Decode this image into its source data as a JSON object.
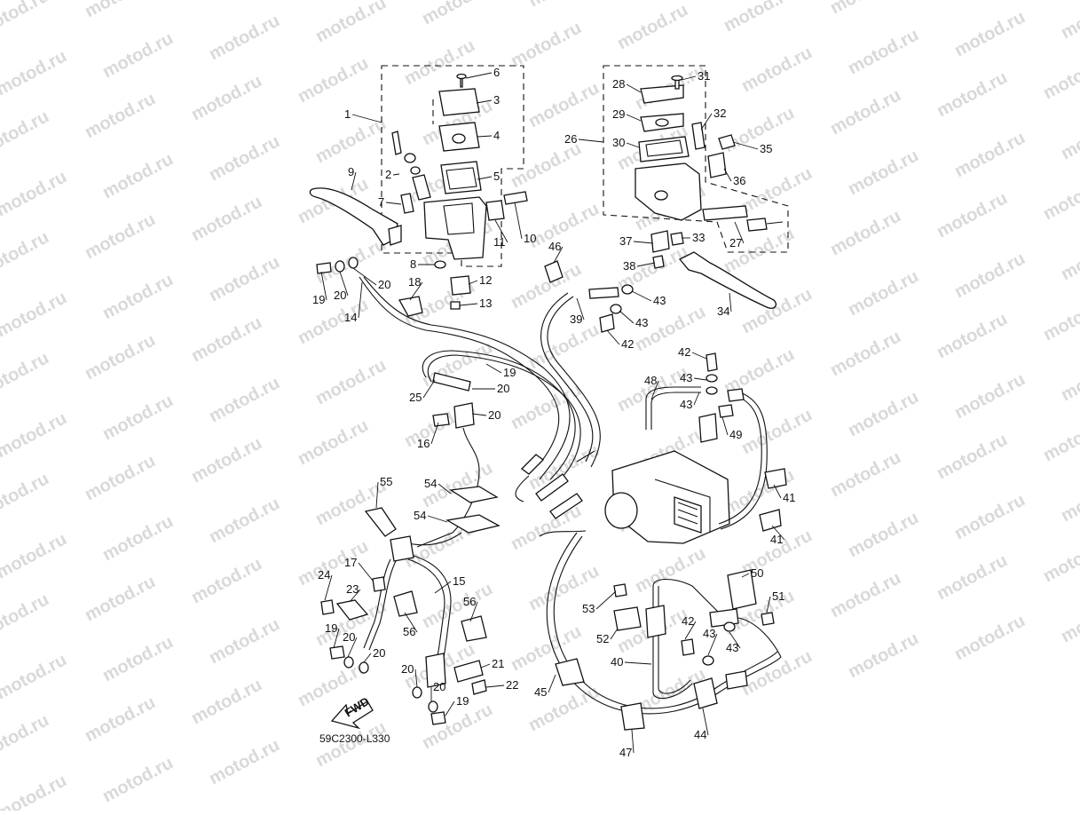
{
  "watermark": "motod.ru",
  "diagram_code": "59C2300-L330",
  "fwd_label": "FWD",
  "callouts": [
    "1",
    "2",
    "3",
    "4",
    "5",
    "6",
    "7",
    "8",
    "9",
    "10",
    "11",
    "12",
    "13",
    "14",
    "15",
    "16",
    "17",
    "18",
    "19",
    "20",
    "21",
    "22",
    "23",
    "24",
    "25",
    "26",
    "27",
    "28",
    "29",
    "30",
    "31",
    "32",
    "33",
    "34",
    "35",
    "36",
    "37",
    "38",
    "39",
    "40",
    "41",
    "42",
    "43",
    "44",
    "45",
    "46",
    "47",
    "48",
    "49",
    "50",
    "51",
    "52",
    "53",
    "54",
    "55",
    "56"
  ],
  "colors": {
    "ink": "#111111",
    "watermark": "#d9d9d9",
    "background": "#ffffff"
  }
}
